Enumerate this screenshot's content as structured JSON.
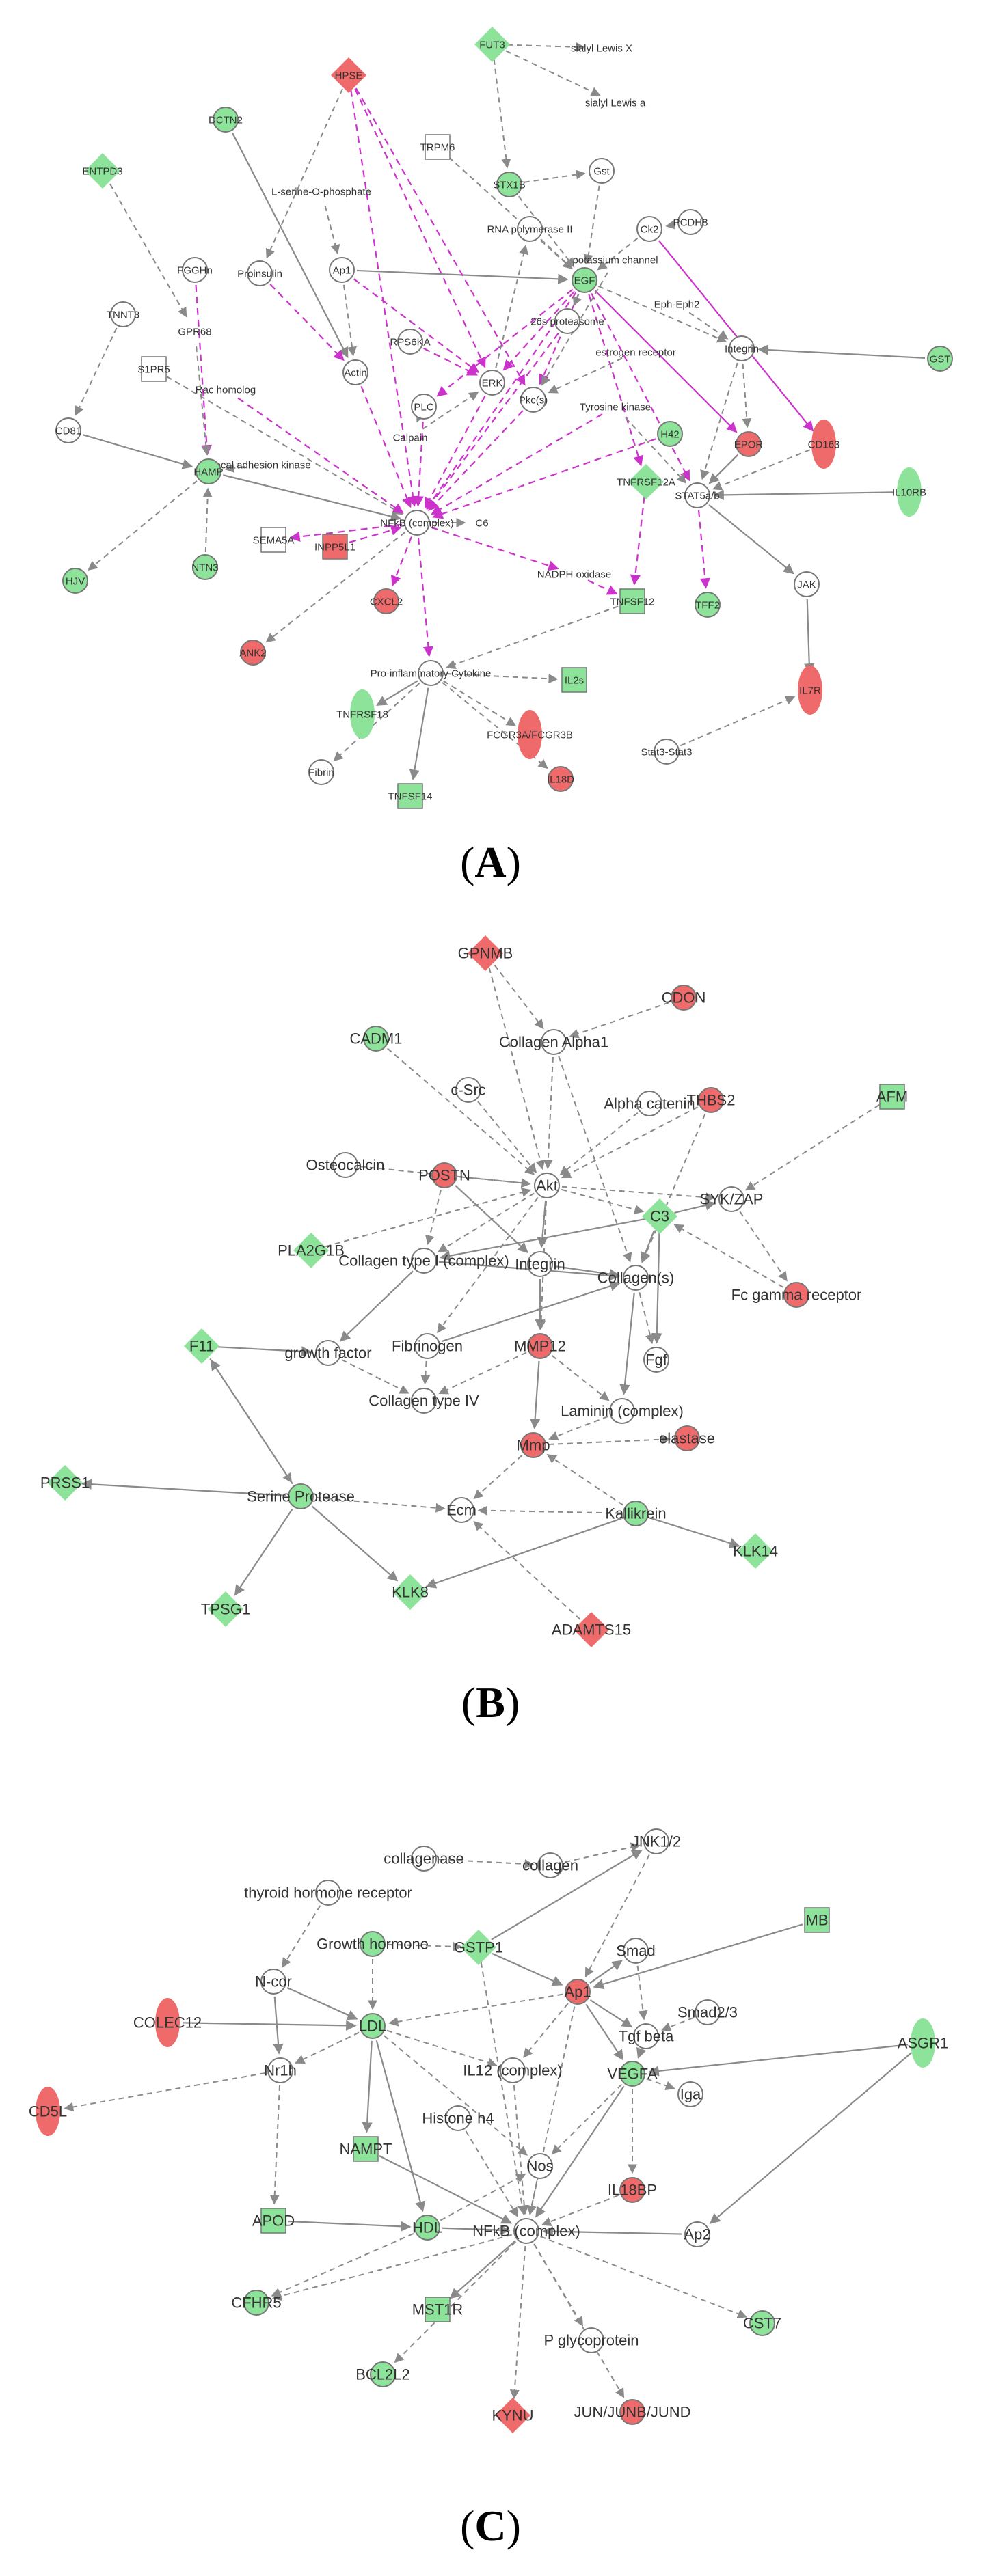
{
  "captions": {
    "a": {
      "open": "(",
      "letter": "A",
      "close": ")"
    },
    "b": {
      "open": "(",
      "letter": "B",
      "close": ")"
    },
    "c": {
      "open": "(",
      "letter": "C",
      "close": ")"
    }
  },
  "colors": {
    "up": "#ef6b6b",
    "down": "#8de39a",
    "neutral": "#ffffff",
    "edge": "#8a8a8a",
    "highlight": "#cc33cc"
  },
  "panel_a": {
    "nodes": [
      {
        "id": "FUT3",
        "label": "FUT3",
        "status": "down",
        "shape": "diamond"
      },
      {
        "id": "sialylLewisX",
        "label": "sialyl Lewis X",
        "status": "neutral",
        "shape": "none"
      },
      {
        "id": "sialylLewisA",
        "label": "sialyl Lewis a",
        "status": "neutral",
        "shape": "none"
      },
      {
        "id": "HPSE",
        "label": "HPSE",
        "status": "up",
        "shape": "diamond"
      },
      {
        "id": "DCTN2",
        "label": "DCTN2",
        "status": "down",
        "shape": "circle"
      },
      {
        "id": "ENTPD3",
        "label": "ENTPD3",
        "status": "down",
        "shape": "diamond"
      },
      {
        "id": "TRPM6",
        "label": "TRPM6",
        "status": "neutral",
        "shape": "square"
      },
      {
        "id": "STX1B",
        "label": "STX1B",
        "status": "down",
        "shape": "circle"
      },
      {
        "id": "Gst",
        "label": "Gst",
        "status": "neutral",
        "shape": "circle"
      },
      {
        "id": "LSerineOPhosphate",
        "label": "L-serine-O-phosphate",
        "status": "neutral",
        "shape": "none"
      },
      {
        "id": "RNApol",
        "label": "RNA polymerase II",
        "status": "neutral",
        "shape": "circle"
      },
      {
        "id": "PCDH8",
        "label": "PCDH8",
        "status": "neutral",
        "shape": "circle"
      },
      {
        "id": "Ck2",
        "label": "Ck2",
        "status": "neutral",
        "shape": "circle"
      },
      {
        "id": "FGGHn",
        "label": "FGGHn",
        "status": "neutral",
        "shape": "circle"
      },
      {
        "id": "Proinsulin",
        "label": "Proinsulin",
        "status": "neutral",
        "shape": "circle"
      },
      {
        "id": "Ap1",
        "label": "Ap1",
        "status": "neutral",
        "shape": "circle"
      },
      {
        "id": "EGF",
        "label": "EGF",
        "status": "down",
        "shape": "circle"
      },
      {
        "id": "potassiumChannel",
        "label": "potassium channel",
        "status": "neutral",
        "shape": "none"
      },
      {
        "id": "EphEph2",
        "label": "Eph-Eph2",
        "status": "neutral",
        "shape": "none"
      },
      {
        "id": "TNNT3",
        "label": "TNNT3",
        "status": "neutral",
        "shape": "circle"
      },
      {
        "id": "GPR68",
        "label": "GPR68",
        "status": "neutral",
        "shape": "none"
      },
      {
        "id": "RPS6KA",
        "label": "RPS6KA",
        "status": "neutral",
        "shape": "circle"
      },
      {
        "id": "proteasome",
        "label": "26s proteasome",
        "status": "neutral",
        "shape": "circle"
      },
      {
        "id": "estrogenReceptor",
        "label": "estrogen receptor",
        "status": "neutral",
        "shape": "none"
      },
      {
        "id": "Integrin",
        "label": "Integrin",
        "status": "neutral",
        "shape": "circle"
      },
      {
        "id": "GST",
        "label": "GST",
        "status": "down",
        "shape": "circle"
      },
      {
        "id": "S1PR5",
        "label": "S1PR5",
        "status": "neutral",
        "shape": "square"
      },
      {
        "id": "Rac",
        "label": "Rac homolog",
        "status": "neutral",
        "shape": "none"
      },
      {
        "id": "Actin",
        "label": "Actin",
        "status": "neutral",
        "shape": "circle"
      },
      {
        "id": "PLC",
        "label": "PLC",
        "status": "neutral",
        "shape": "circle"
      },
      {
        "id": "ERK",
        "label": "ERK",
        "status": "neutral",
        "shape": "circle"
      },
      {
        "id": "Pkc",
        "label": "Pkc(s)",
        "status": "neutral",
        "shape": "circle"
      },
      {
        "id": "Tyrkinase",
        "label": "Tyrosine kinase",
        "status": "neutral",
        "shape": "none"
      },
      {
        "id": "H42",
        "label": "H42",
        "status": "down",
        "shape": "circle"
      },
      {
        "id": "EPOR",
        "label": "EPOR",
        "status": "up",
        "shape": "circle"
      },
      {
        "id": "CD163",
        "label": "CD163",
        "status": "up",
        "shape": "ellipse"
      },
      {
        "id": "IL10RB",
        "label": "IL10RB",
        "status": "down",
        "shape": "ellipse"
      },
      {
        "id": "CD81",
        "label": "CD81",
        "status": "neutral",
        "shape": "circle"
      },
      {
        "id": "Calpain",
        "label": "Calpain",
        "status": "neutral",
        "shape": "none"
      },
      {
        "id": "FAK",
        "label": "Focal adhesion kinase",
        "status": "neutral",
        "shape": "none"
      },
      {
        "id": "TNFRSF12A",
        "label": "TNFRSF12A",
        "status": "down",
        "shape": "diamond"
      },
      {
        "id": "STAT5",
        "label": "STAT5a/b",
        "status": "neutral",
        "shape": "circle"
      },
      {
        "id": "HAMP",
        "label": "HAMP",
        "status": "down",
        "shape": "circle"
      },
      {
        "id": "NFkB",
        "label": "NFkB (complex)",
        "status": "neutral",
        "shape": "circle"
      },
      {
        "id": "C6",
        "label": "C6",
        "status": "neutral",
        "shape": "none"
      },
      {
        "id": "SEMA5A",
        "label": "SEMA5A",
        "status": "neutral",
        "shape": "square"
      },
      {
        "id": "INPPL1",
        "label": "INPP5L1",
        "status": "up",
        "shape": "square"
      },
      {
        "id": "NTN3",
        "label": "NTN3",
        "status": "down",
        "shape": "circle"
      },
      {
        "id": "NADPH",
        "label": "NADPH oxidase",
        "status": "neutral",
        "shape": "none"
      },
      {
        "id": "TNFSF12",
        "label": "TNFSF12",
        "status": "down",
        "shape": "square"
      },
      {
        "id": "TFF2",
        "label": "TFF2",
        "status": "down",
        "shape": "circle"
      },
      {
        "id": "JAK",
        "label": "JAK",
        "status": "neutral",
        "shape": "circle"
      },
      {
        "id": "HJV",
        "label": "HJV",
        "status": "down",
        "shape": "circle"
      },
      {
        "id": "CXCL2",
        "label": "CXCL2",
        "status": "up",
        "shape": "circle"
      },
      {
        "id": "ANK2",
        "label": "ANK2",
        "status": "up",
        "shape": "circle"
      },
      {
        "id": "ProInflam",
        "label": "Pro-inflammatory Cytokine",
        "status": "neutral",
        "shape": "circle"
      },
      {
        "id": "IL2s",
        "label": "IL2s",
        "status": "down",
        "shape": "square"
      },
      {
        "id": "IL7R",
        "label": "IL7R",
        "status": "up",
        "shape": "ellipse"
      },
      {
        "id": "TNFRSF18",
        "label": "TNFRSF18",
        "status": "down",
        "shape": "ellipse"
      },
      {
        "id": "FCGR3",
        "label": "FCGR3A/FCGR3B",
        "status": "up",
        "shape": "ellipse"
      },
      {
        "id": "Stat3",
        "label": "Stat3-Stat3",
        "status": "neutral",
        "shape": "circle"
      },
      {
        "id": "Fibrin",
        "label": "Fibrin",
        "status": "neutral",
        "shape": "circle"
      },
      {
        "id": "TNFSF14",
        "label": "TNFSF14",
        "status": "down",
        "shape": "square"
      },
      {
        "id": "IL18RAP",
        "label": "IL18D",
        "status": "up",
        "shape": "circle"
      }
    ]
  },
  "panel_b": {
    "nodes": [
      {
        "id": "GPNMB",
        "label": "GPNMB",
        "status": "up",
        "shape": "diamond"
      },
      {
        "id": "CDON",
        "label": "CDON",
        "status": "up",
        "shape": "circle"
      },
      {
        "id": "CADM1",
        "label": "CADM1",
        "status": "down",
        "shape": "circle"
      },
      {
        "id": "ColAlpha1",
        "label": "Collagen Alpha1",
        "status": "neutral",
        "shape": "circle"
      },
      {
        "id": "cSrc",
        "label": "c-Src",
        "status": "neutral",
        "shape": "circle"
      },
      {
        "id": "AlphaCatenin",
        "label": "Alpha catenin",
        "status": "neutral",
        "shape": "circle"
      },
      {
        "id": "THBS2",
        "label": "THBS2",
        "status": "up",
        "shape": "circle"
      },
      {
        "id": "AFM",
        "label": "AFM",
        "status": "down",
        "shape": "square"
      },
      {
        "id": "Osteocalcin",
        "label": "Osteocalcin",
        "status": "neutral",
        "shape": "circle"
      },
      {
        "id": "POSTN",
        "label": "POSTN",
        "status": "up",
        "shape": "circle"
      },
      {
        "id": "Akt",
        "label": "Akt",
        "status": "neutral",
        "shape": "circle"
      },
      {
        "id": "SYKZAP",
        "label": "SYK/ZAP",
        "status": "neutral",
        "shape": "circle"
      },
      {
        "id": "C3",
        "label": "C3",
        "status": "down",
        "shape": "diamond"
      },
      {
        "id": "PLA2G1B",
        "label": "PLA2G1B",
        "status": "down",
        "shape": "diamond"
      },
      {
        "id": "ColTypeI",
        "label": "Collagen type I (complex)",
        "status": "neutral",
        "shape": "circle"
      },
      {
        "id": "Integrin",
        "label": "Integrin",
        "status": "neutral",
        "shape": "circle"
      },
      {
        "id": "Collagens",
        "label": "Collagen(s)",
        "status": "neutral",
        "shape": "circle"
      },
      {
        "id": "FcGamma",
        "label": "Fc gamma receptor",
        "status": "up",
        "shape": "circle"
      },
      {
        "id": "F11",
        "label": "F11",
        "status": "down",
        "shape": "diamond"
      },
      {
        "id": "growthFactor",
        "label": "growth factor",
        "status": "neutral",
        "shape": "circle"
      },
      {
        "id": "Fibrinogen",
        "label": "Fibrinogen",
        "status": "neutral",
        "shape": "circle"
      },
      {
        "id": "MMP12",
        "label": "MMP12",
        "status": "up",
        "shape": "circle"
      },
      {
        "id": "Fgf",
        "label": "Fgf",
        "status": "neutral",
        "shape": "circle"
      },
      {
        "id": "ColTypeIV",
        "label": "Collagen type IV",
        "status": "neutral",
        "shape": "circle"
      },
      {
        "id": "Laminin",
        "label": "Laminin (complex)",
        "status": "neutral",
        "shape": "circle"
      },
      {
        "id": "Mmp",
        "label": "Mmp",
        "status": "up",
        "shape": "circle"
      },
      {
        "id": "elastase",
        "label": "elastase",
        "status": "up",
        "shape": "circle"
      },
      {
        "id": "PRSS1",
        "label": "PRSS1",
        "status": "down",
        "shape": "diamond"
      },
      {
        "id": "SerineProtease",
        "label": "Serine Protease",
        "status": "down",
        "shape": "circle"
      },
      {
        "id": "Ecm",
        "label": "Ecm",
        "status": "neutral",
        "shape": "circle"
      },
      {
        "id": "Kallikrein",
        "label": "Kallikrein",
        "status": "down",
        "shape": "circle"
      },
      {
        "id": "KLK14",
        "label": "KLK14",
        "status": "down",
        "shape": "diamond"
      },
      {
        "id": "TPSG1",
        "label": "TPSG1",
        "status": "down",
        "shape": "diamond"
      },
      {
        "id": "KLK8",
        "label": "KLK8",
        "status": "down",
        "shape": "diamond"
      },
      {
        "id": "ADAMTS15",
        "label": "ADAMTS15",
        "status": "up",
        "shape": "diamond"
      }
    ]
  },
  "panel_c": {
    "nodes": [
      {
        "id": "JNK",
        "label": "JNK1/2",
        "status": "neutral",
        "shape": "circle"
      },
      {
        "id": "collagenase",
        "label": "collagenase",
        "status": "neutral",
        "shape": "circle"
      },
      {
        "id": "collagen",
        "label": "collagen",
        "status": "neutral",
        "shape": "circle"
      },
      {
        "id": "thyroid",
        "label": "thyroid hormone receptor",
        "status": "neutral",
        "shape": "circle"
      },
      {
        "id": "MB",
        "label": "MB",
        "status": "down",
        "shape": "square"
      },
      {
        "id": "GrowthHormone",
        "label": "Growth hormone",
        "status": "down",
        "shape": "circle"
      },
      {
        "id": "GSTP1",
        "label": "GSTP1",
        "status": "down",
        "shape": "diamond"
      },
      {
        "id": "Smad",
        "label": "Smad",
        "status": "neutral",
        "shape": "circle"
      },
      {
        "id": "Ncor",
        "label": "N-cor",
        "status": "neutral",
        "shape": "circle"
      },
      {
        "id": "Ap1",
        "label": "Ap1",
        "status": "up",
        "shape": "circle"
      },
      {
        "id": "Smad23",
        "label": "Smad2/3",
        "status": "neutral",
        "shape": "circle"
      },
      {
        "id": "COLEC12",
        "label": "COLEC12",
        "status": "up",
        "shape": "ellipse"
      },
      {
        "id": "LDL",
        "label": "LDL",
        "status": "down",
        "shape": "circle"
      },
      {
        "id": "Tgfbeta",
        "label": "Tgf beta",
        "status": "neutral",
        "shape": "circle"
      },
      {
        "id": "ASGR1",
        "label": "ASGR1",
        "status": "down",
        "shape": "ellipse"
      },
      {
        "id": "Nr1h",
        "label": "Nr1h",
        "status": "neutral",
        "shape": "circle"
      },
      {
        "id": "IL12",
        "label": "IL12 (complex)",
        "status": "neutral",
        "shape": "circle"
      },
      {
        "id": "VEGFA",
        "label": "VEGFA",
        "status": "down",
        "shape": "circle"
      },
      {
        "id": "Iga",
        "label": "Iga",
        "status": "neutral",
        "shape": "circle"
      },
      {
        "id": "CD5L",
        "label": "CD5L",
        "status": "up",
        "shape": "ellipse"
      },
      {
        "id": "HistoneH4",
        "label": "Histone h4",
        "status": "neutral",
        "shape": "circle"
      },
      {
        "id": "NAMPT",
        "label": "NAMPT",
        "status": "down",
        "shape": "square"
      },
      {
        "id": "Nos",
        "label": "Nos",
        "status": "neutral",
        "shape": "circle"
      },
      {
        "id": "IL18BP",
        "label": "IL18BP",
        "status": "up",
        "shape": "circle"
      },
      {
        "id": "APOD",
        "label": "APOD",
        "status": "down",
        "shape": "square"
      },
      {
        "id": "HDL",
        "label": "HDL",
        "status": "down",
        "shape": "circle"
      },
      {
        "id": "NFkB",
        "label": "NFkB (complex)",
        "status": "neutral",
        "shape": "circle"
      },
      {
        "id": "Ap2",
        "label": "Ap2",
        "status": "neutral",
        "shape": "circle"
      },
      {
        "id": "CFHR5",
        "label": "CFHR5",
        "status": "down",
        "shape": "circle"
      },
      {
        "id": "MST1R",
        "label": "MST1R",
        "status": "down",
        "shape": "square"
      },
      {
        "id": "Pglyco",
        "label": "P glycoprotein",
        "status": "neutral",
        "shape": "circle"
      },
      {
        "id": "CST7",
        "label": "CST7",
        "status": "down",
        "shape": "circle"
      },
      {
        "id": "BCL2L2",
        "label": "BCL2L2",
        "status": "down",
        "shape": "circle"
      },
      {
        "id": "KYNU",
        "label": "KYNU",
        "status": "up",
        "shape": "diamond"
      },
      {
        "id": "JUN",
        "label": "JUN/JUNB/JUND",
        "status": "up",
        "shape": "circle"
      }
    ]
  }
}
